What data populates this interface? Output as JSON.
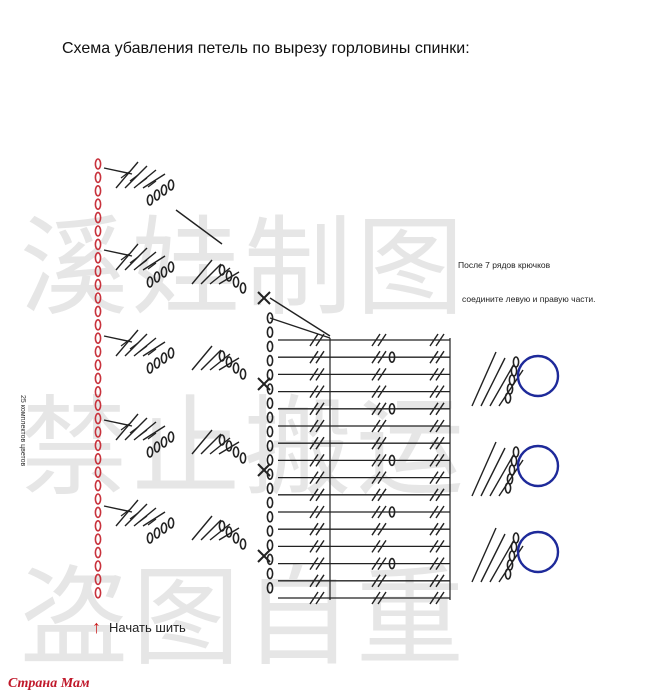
{
  "title": "Схема убавления петель по вырезу горловины спинки:",
  "notes": {
    "line1": "После 7 рядов крючков",
    "line2": "соедините левую и правую части."
  },
  "side_label": "25 комплектов цветов",
  "start_label": "Начать шить",
  "watermark_rows": [
    "溪娃制图",
    "禁止搬运",
    "盗图自重"
  ],
  "logo": "Страна Мам",
  "colors": {
    "chain": "#c8323c",
    "ink": "#222222",
    "circle": "#1e2a9a",
    "arrow": "#cc1a1a"
  }
}
